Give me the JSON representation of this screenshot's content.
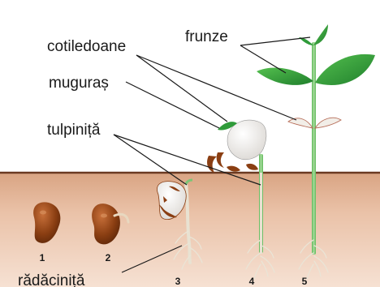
{
  "labels": {
    "cotyledons": "cotiledoane",
    "bud": "muguraș",
    "stem": "tulpiniță",
    "leaves": "frunze",
    "root": "rădăciniță"
  },
  "stages": [
    "1",
    "2",
    "3",
    "4",
    "5"
  ],
  "colors": {
    "sky": "#ffffff",
    "soil_top": "#e3b59a",
    "soil_bottom": "#f3d9c8",
    "soil_line": "#6b3a22",
    "seed": "#8a3e12",
    "leaf": "#2f9b3a",
    "stem": "#7cc576"
  }
}
